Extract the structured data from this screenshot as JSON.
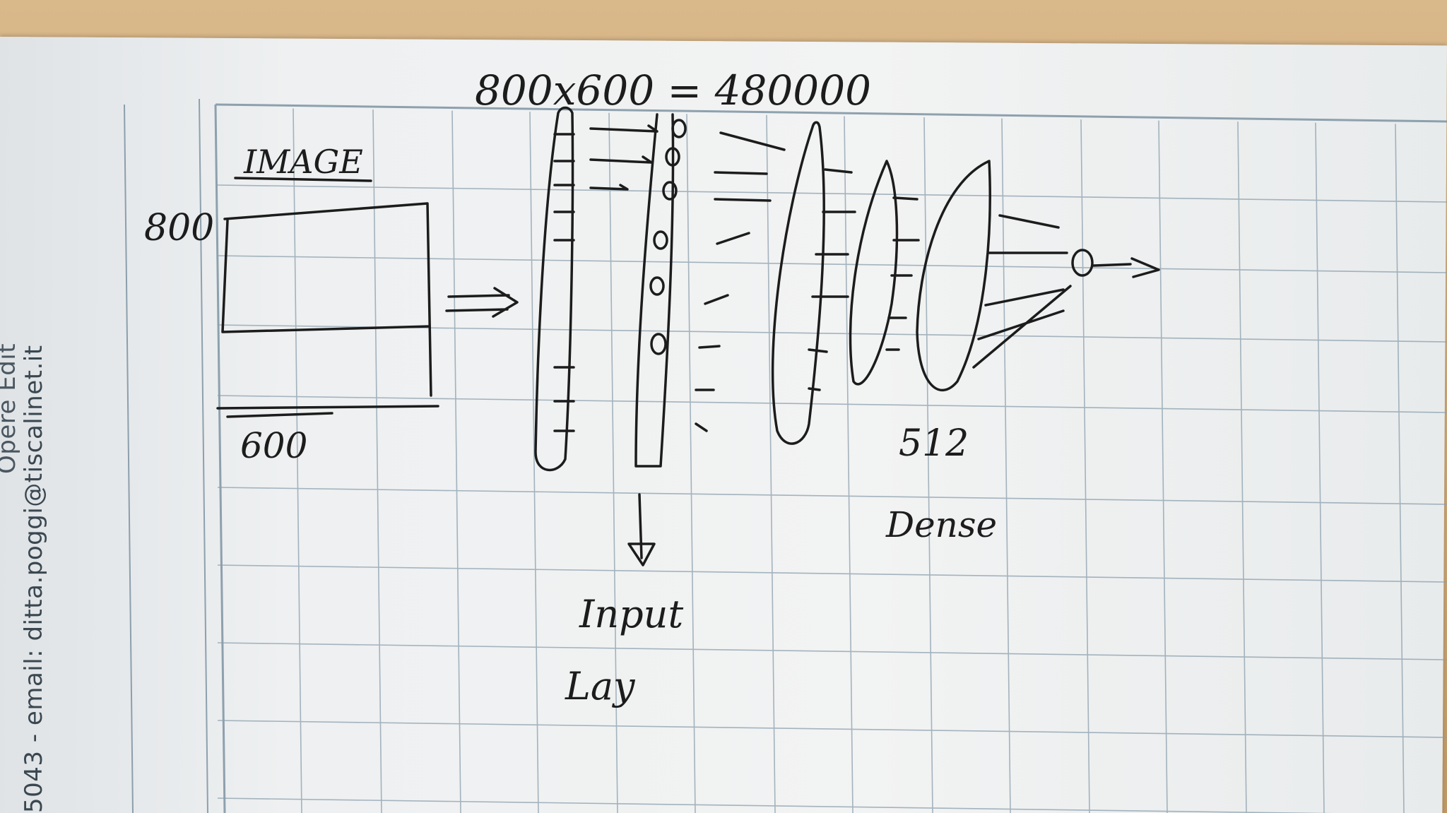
{
  "printed_margin": {
    "footer_line": "5043 - email: ditta.poggi@tiscalinet.it",
    "partial_line": "Opere Edit"
  },
  "handwritten": {
    "title_formula": "800x600 = 480000",
    "image_label": "IMAGE",
    "height_label": "800",
    "width_label": "600",
    "input_label_line1": "Input",
    "input_label_line2": "Lay",
    "dense_units_label": "512",
    "dense_label": "Dense"
  },
  "colors": {
    "grid": "#7d93a3",
    "ink": "#1c1c1c",
    "desk": "#caa474",
    "paper": "#eff1f2"
  }
}
